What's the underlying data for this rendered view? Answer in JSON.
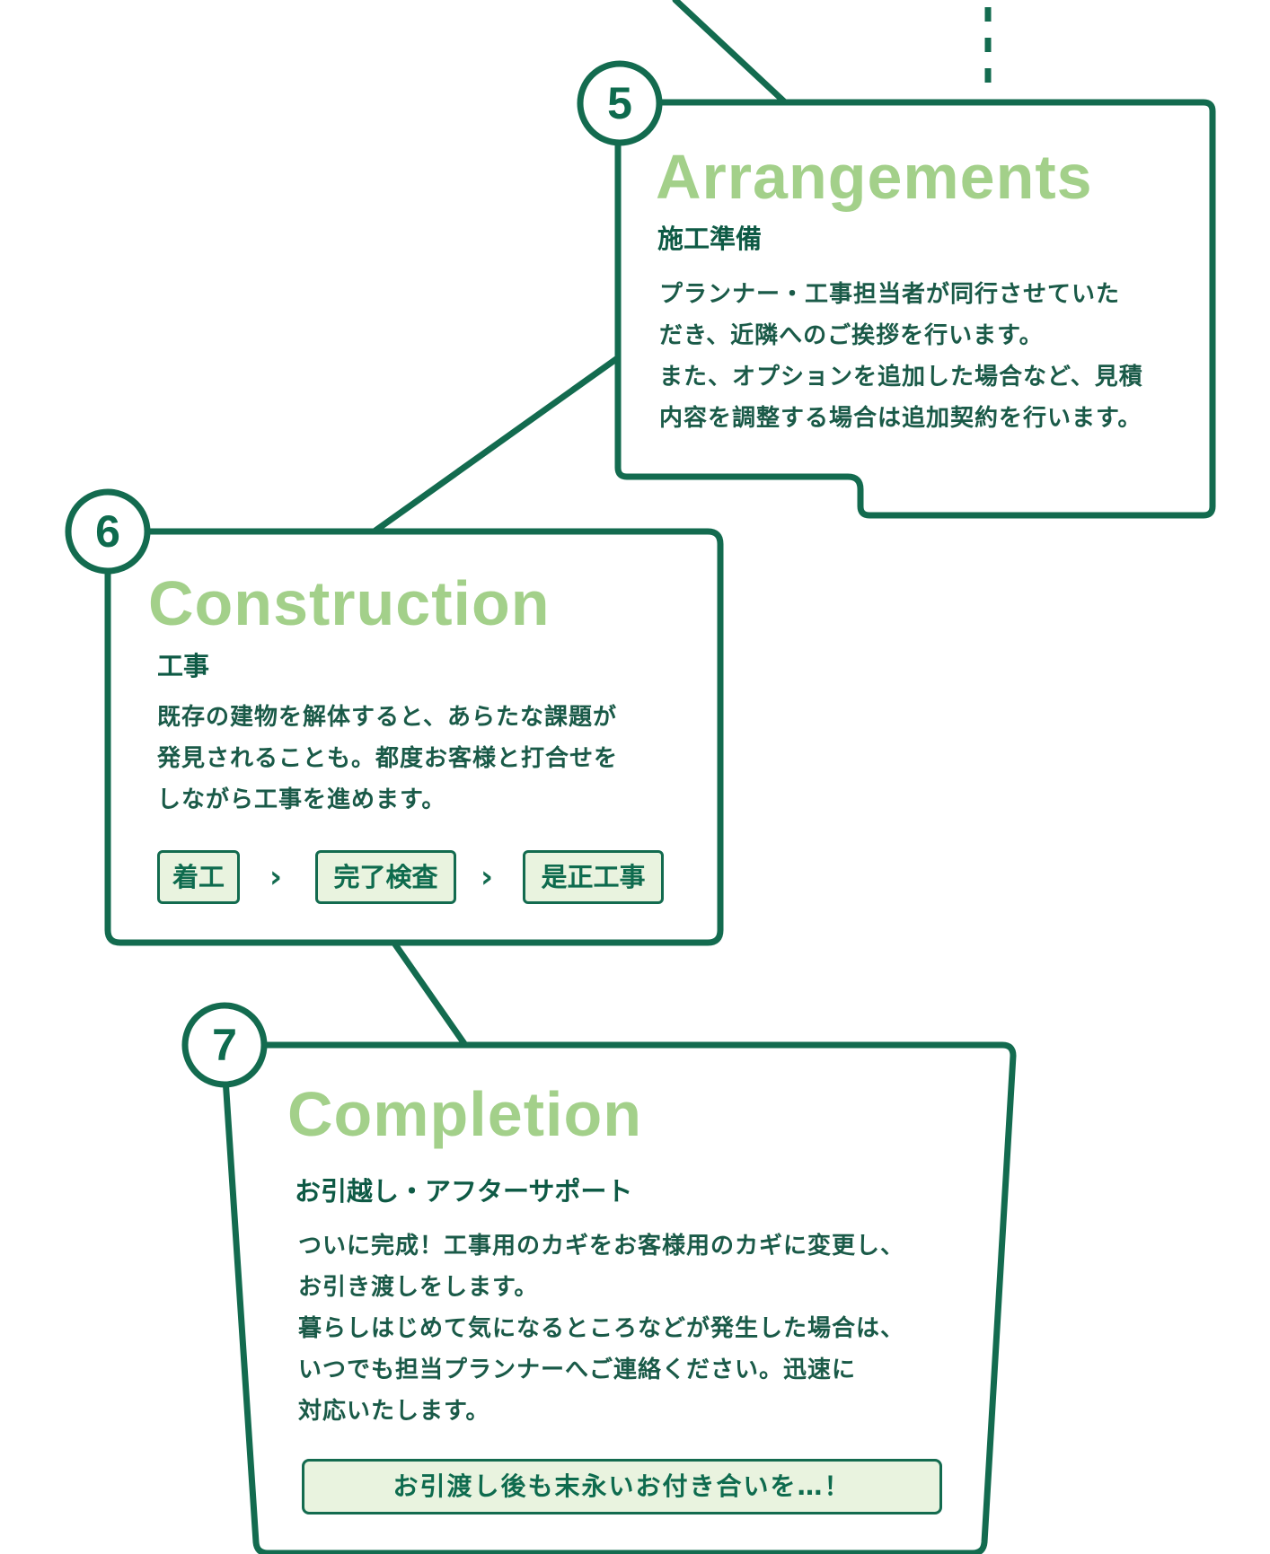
{
  "colors": {
    "stroke": "#136b4f",
    "title": "#a3d08a",
    "chip_fill": "#e9f3df",
    "text": "#1a5a48"
  },
  "steps": [
    {
      "number": "5",
      "title": "Arrangements",
      "subtitle": "施工準備",
      "body": [
        "プランナー・工事担当者が同行させていた",
        "だき、近隣へのご挨拶を行います。",
        "また、オプションを追加した場合など、見積",
        "内容を調整する場合は追加契約を行います。"
      ]
    },
    {
      "number": "6",
      "title": "Construction",
      "subtitle": "工事",
      "body": [
        "既存の建物を解体すると、あらたな課題が",
        "発見されることも。都度お客様と打合せを",
        "しながら工事を進めます。"
      ],
      "flow": [
        "着工",
        "完了検査",
        "是正工事"
      ]
    },
    {
      "number": "7",
      "title": "Completion",
      "subtitle": "お引越し・アフターサポート",
      "body": [
        "ついに完成！工事用のカギをお客様用のカギに変更し、",
        "お引き渡しをします。",
        "暮らしはじめて気になるところなどが発生した場合は、",
        "いつでも担当プランナーへご連絡ください。迅速に",
        "対応いたします。"
      ],
      "closing": "お引渡し後も末永いお付き合いを…！"
    }
  ]
}
